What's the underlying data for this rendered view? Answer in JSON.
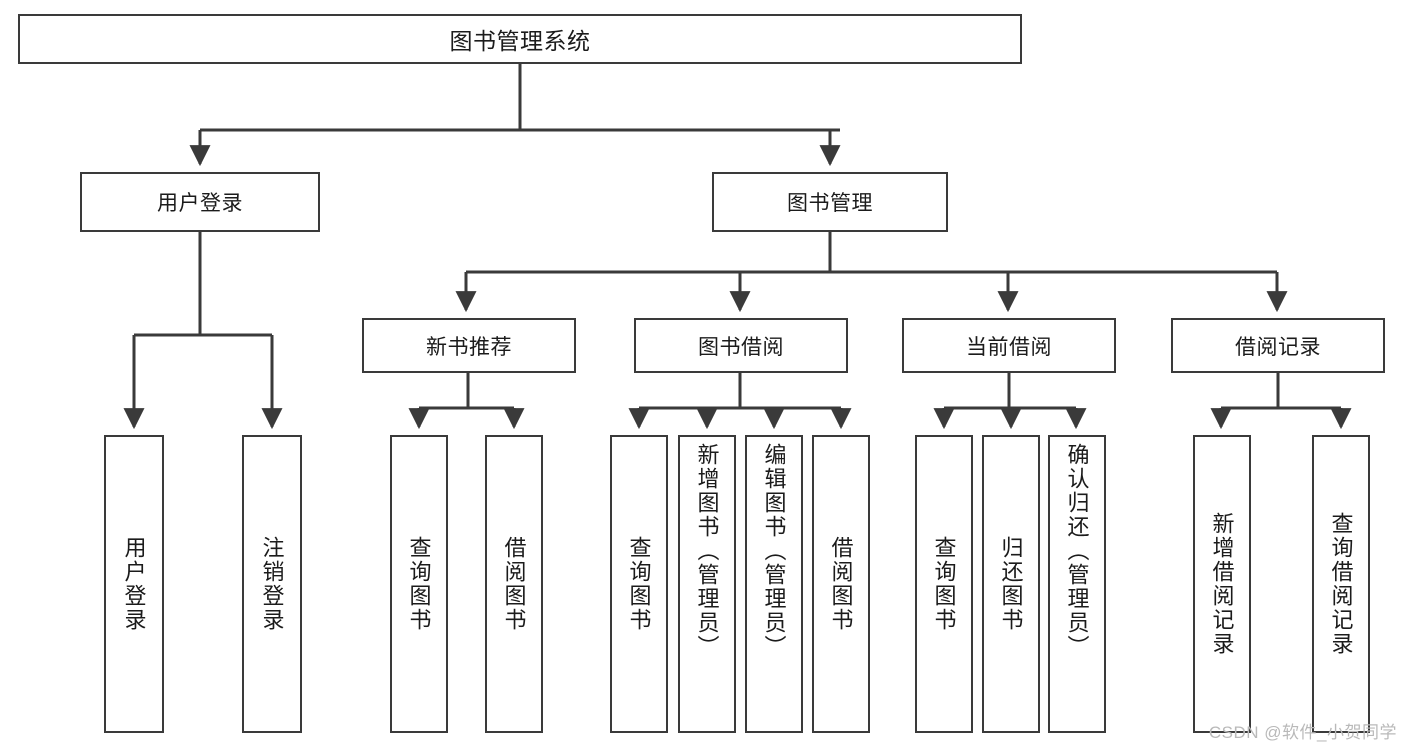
{
  "diagram": {
    "title": "图书管理系统",
    "type": "tree-hierarchy-diagram",
    "colors": {
      "box_border": "#3a3a3a",
      "box_fill": "#ffffff",
      "line": "#3a3a3a",
      "text": "#1b1b1b",
      "watermark": "#b9b9b9"
    },
    "root": {
      "label": "图书管理系统"
    },
    "level2": [
      {
        "label": "用户登录"
      },
      {
        "label": "图书管理"
      }
    ],
    "level3": [
      {
        "label": "新书推荐"
      },
      {
        "label": "图书借阅"
      },
      {
        "label": "当前借阅"
      },
      {
        "label": "借阅记录"
      }
    ],
    "leaves": [
      {
        "label": "用户登录",
        "parent": "用户登录"
      },
      {
        "label": "注销登录",
        "parent": "用户登录"
      },
      {
        "label": "查询图书",
        "parent": "新书推荐"
      },
      {
        "label": "借阅图书",
        "parent": "新书推荐"
      },
      {
        "label": "查询图书",
        "parent": "图书借阅"
      },
      {
        "label": "新增图书（管理员）",
        "parent": "图书借阅"
      },
      {
        "label": "编辑图书（管理员）",
        "parent": "图书借阅"
      },
      {
        "label": "借阅图书",
        "parent": "图书借阅"
      },
      {
        "label": "查询图书",
        "parent": "当前借阅"
      },
      {
        "label": "归还图书",
        "parent": "当前借阅"
      },
      {
        "label": "确认归还（管理员）",
        "parent": "当前借阅"
      },
      {
        "label": "新增借阅记录",
        "parent": "借阅记录"
      },
      {
        "label": "查询借阅记录",
        "parent": "借阅记录"
      }
    ],
    "watermark": "CSDN @软件_小贺同学"
  }
}
